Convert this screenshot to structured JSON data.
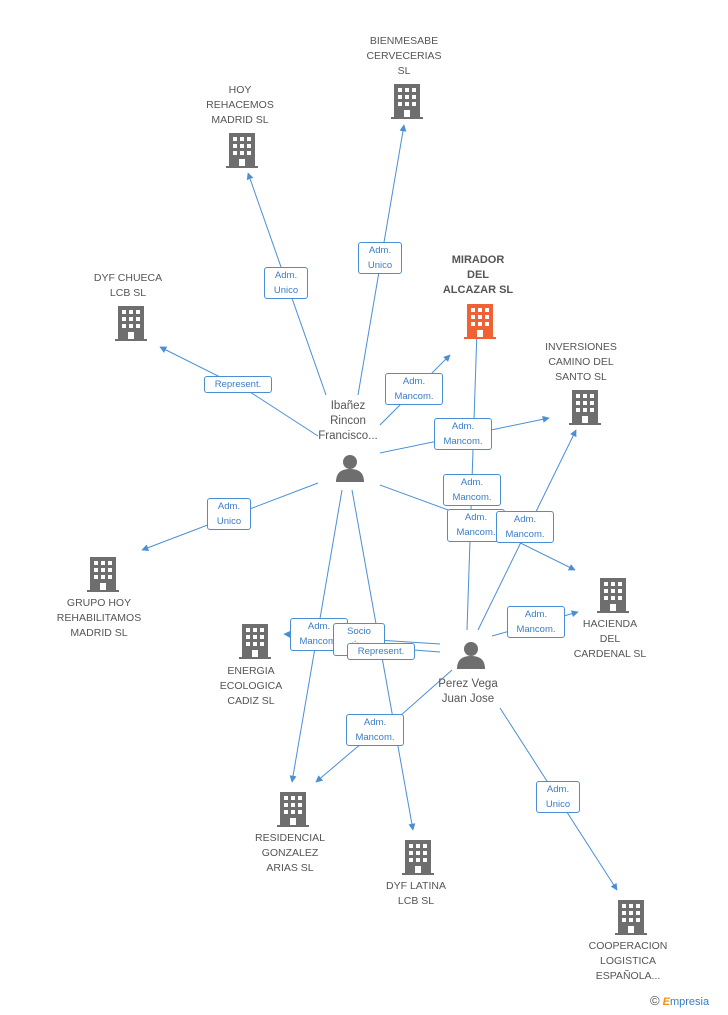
{
  "colors": {
    "edge": "#4a8fd6",
    "building": "#6e6e6e",
    "building_main": "#f06233",
    "person": "#6e6e6e"
  },
  "companies": [
    {
      "id": "mirador",
      "label": "MIRADOR\nDEL\nALCAZAR SL",
      "main": true
    },
    {
      "id": "bienmesabe",
      "label": "BIENMESABE\nCERVECERIAS\nSL"
    },
    {
      "id": "hoy",
      "label": "HOY\nREHACEMOS\nMADRID SL"
    },
    {
      "id": "dyf_chueca",
      "label": "DYF CHUECA\nLCB  SL"
    },
    {
      "id": "inversiones",
      "label": "INVERSIONES\nCAMINO DEL\nSANTO SL"
    },
    {
      "id": "grupo_hoy",
      "label": "GRUPO HOY\nREHABILITAMOS\nMADRID SL"
    },
    {
      "id": "energia",
      "label": "ENERGIA\nECOLOGICA\nCADIZ SL"
    },
    {
      "id": "hacienda",
      "label": "HACIENDA\nDEL\nCARDENAL SL"
    },
    {
      "id": "residencial",
      "label": "RESIDENCIAL\nGONZALEZ\nARIAS SL"
    },
    {
      "id": "dyf_latina",
      "label": "DYF LATINA\nLCB  SL"
    },
    {
      "id": "cooperacion",
      "label": "COOPERACION\nLOGISTICA\nESPAÑOLA..."
    }
  ],
  "persons": [
    {
      "id": "ibanez",
      "label": "Ibañez\nRincon\nFrancisco..."
    },
    {
      "id": "perez",
      "label": "Perez Vega\nJuan Jose"
    }
  ],
  "edge_labels": {
    "ibanez_bienmesabe": "Adm.\nUnico",
    "ibanez_hoy": "Adm.\nUnico",
    "ibanez_dyf_chueca": "Represent.",
    "ibanez_mirador": "Adm.\nMancom.",
    "ibanez_inversiones": "Adm.\nMancom.",
    "ibanez_grupo_hoy": "Adm.\nUnico",
    "ibanez_hacienda": "Adm.\nMancom.",
    "perez_mirador": "Adm.\nMancom.",
    "perez_inversiones": "Adm.\nMancom.",
    "perez_hacienda": "Adm.\nMancom.",
    "ibanez_residencial": "Adm.\nMancom.",
    "perez_energia_socio": "Socio\nÚ...",
    "perez_energia_rep": "Represent.",
    "perez_residencial": "Adm.\nMancom.",
    "perez_cooperacion": "Adm.\nUnico"
  },
  "footer": {
    "copyright": "©",
    "brand_e": "E",
    "brand_rest": "mpresia"
  }
}
